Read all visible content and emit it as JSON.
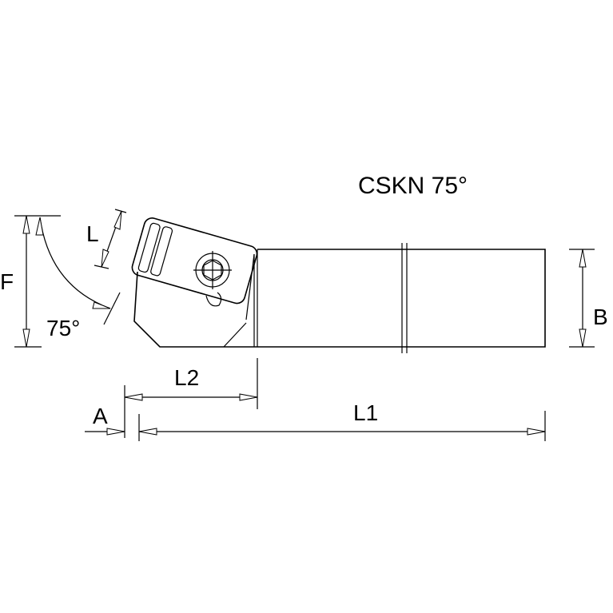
{
  "title": "CSKN 75°",
  "labels": {
    "F": "F",
    "L": "L",
    "angle": "75°",
    "B": "B",
    "L2": "L2",
    "A": "A",
    "L1": "L1"
  },
  "colors": {
    "line": "#000000",
    "background": "#ffffff"
  }
}
